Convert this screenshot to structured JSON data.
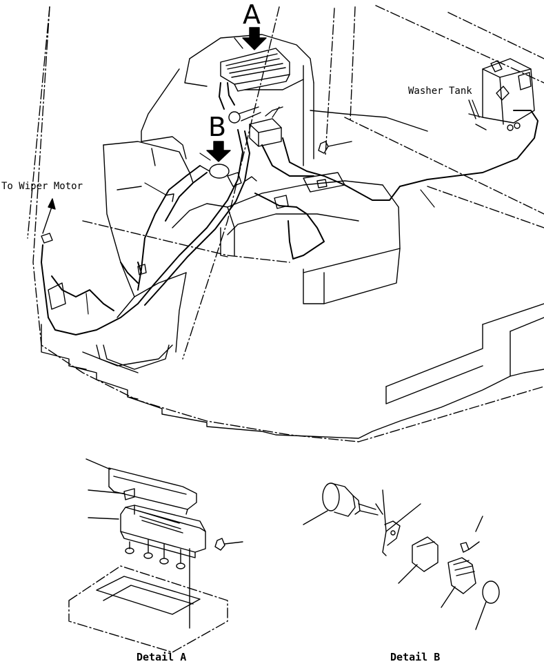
{
  "labels": {
    "letter_a": "A",
    "letter_b": "B",
    "to_wiper_motor": "To Wiper Motor",
    "washer_tank": "Washer Tank",
    "detail_a": "Detail A",
    "detail_b": "Detail B"
  },
  "colors": {
    "ink": "#000000",
    "paper": "#ffffff"
  }
}
